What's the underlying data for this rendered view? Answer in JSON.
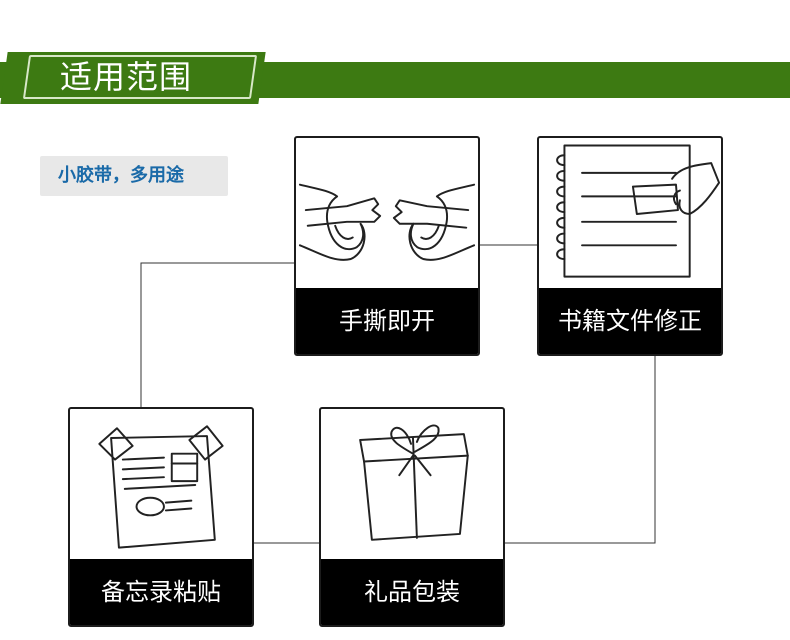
{
  "header": {
    "title": "适用范围"
  },
  "tag": {
    "label": "小胶带，多用途"
  },
  "cards": [
    {
      "id": "tear",
      "caption": "手撕即开",
      "icon": "hands-tearing-tape-icon"
    },
    {
      "id": "book",
      "caption": "书籍文件修正",
      "icon": "notebook-tape-icon"
    },
    {
      "id": "memo",
      "caption": "备忘录粘贴",
      "icon": "taped-document-icon"
    },
    {
      "id": "gift",
      "caption": "礼品包装",
      "icon": "gift-box-icon"
    }
  ],
  "colors": {
    "accent_green": "#3d7a12",
    "tag_text": "#1a6aa8",
    "caption_bg": "#000000"
  }
}
